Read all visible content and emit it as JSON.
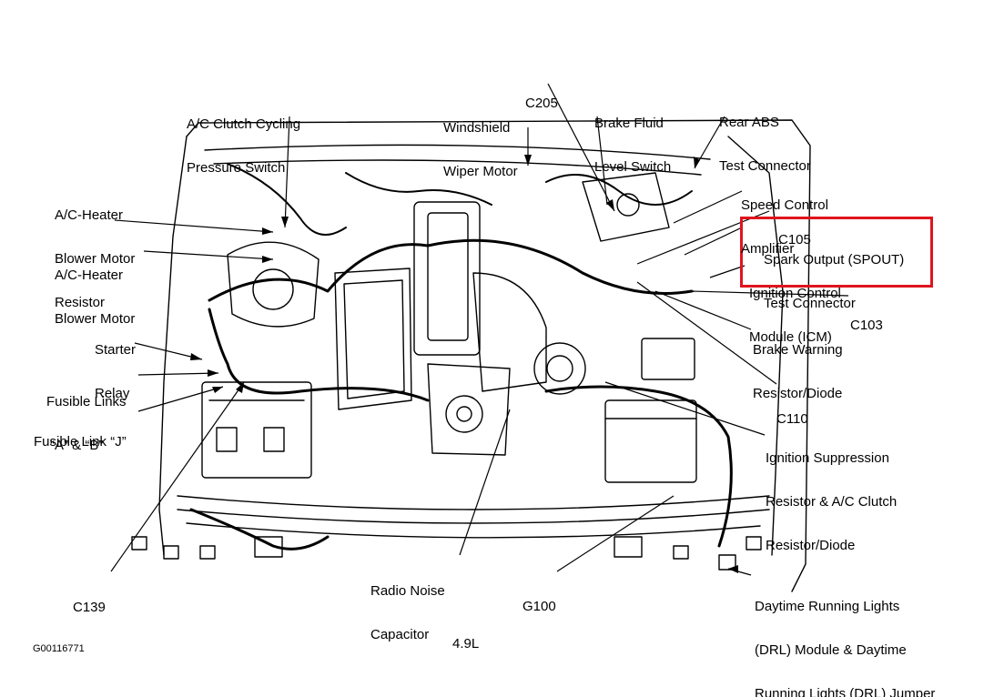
{
  "colors": {
    "ink": "#000000",
    "highlight": "#e0141e",
    "background": "#ffffff"
  },
  "labels": {
    "ac_clutch_switch": [
      "A/C Clutch Cycling",
      "Pressure Switch"
    ],
    "windshield_wiper_motor": [
      "Windshield",
      "Wiper Motor"
    ],
    "c205": [
      "C205"
    ],
    "brake_fluid_switch": [
      "Brake Fluid",
      "Level Switch"
    ],
    "rear_abs_connector": [
      "Rear ABS",
      "Test Connector"
    ],
    "speed_control_amp": [
      "Speed Control",
      "Amplifier"
    ],
    "c105": [
      "C105"
    ],
    "spout_connector": [
      "Spark Output (SPOUT)",
      "Test Connector"
    ],
    "icm": [
      "Ignition Control",
      "Module (ICM)"
    ],
    "c103": [
      "C103"
    ],
    "blower_resistor": [
      "A/C-Heater",
      "Blower Motor",
      "Resistor"
    ],
    "blower_motor": [
      "A/C-Heater",
      "Blower Motor"
    ],
    "starter_relay": [
      "Starter",
      "Relay"
    ],
    "fusible_links_ab": [
      "Fusible Links",
      "“A” & “B”"
    ],
    "fusible_link_j": [
      "Fusible Link “J”"
    ],
    "brake_warning": [
      "Brake Warning",
      "Resistor/Diode"
    ],
    "c110": [
      "C110"
    ],
    "ignition_suppression": [
      "Ignition Suppression",
      "Resistor & A/C Clutch",
      "Resistor/Diode"
    ],
    "radio_noise_cap": [
      "Radio Noise",
      "Capacitor"
    ],
    "g100": [
      "G100"
    ],
    "c139": [
      "C139"
    ],
    "drl": [
      "Daytime Running Lights",
      "(DRL) Module & Daytime",
      "Running Lights (DRL) Jumper"
    ],
    "engine": [
      "4.9L"
    ],
    "figure_code": [
      "G00116771"
    ]
  }
}
